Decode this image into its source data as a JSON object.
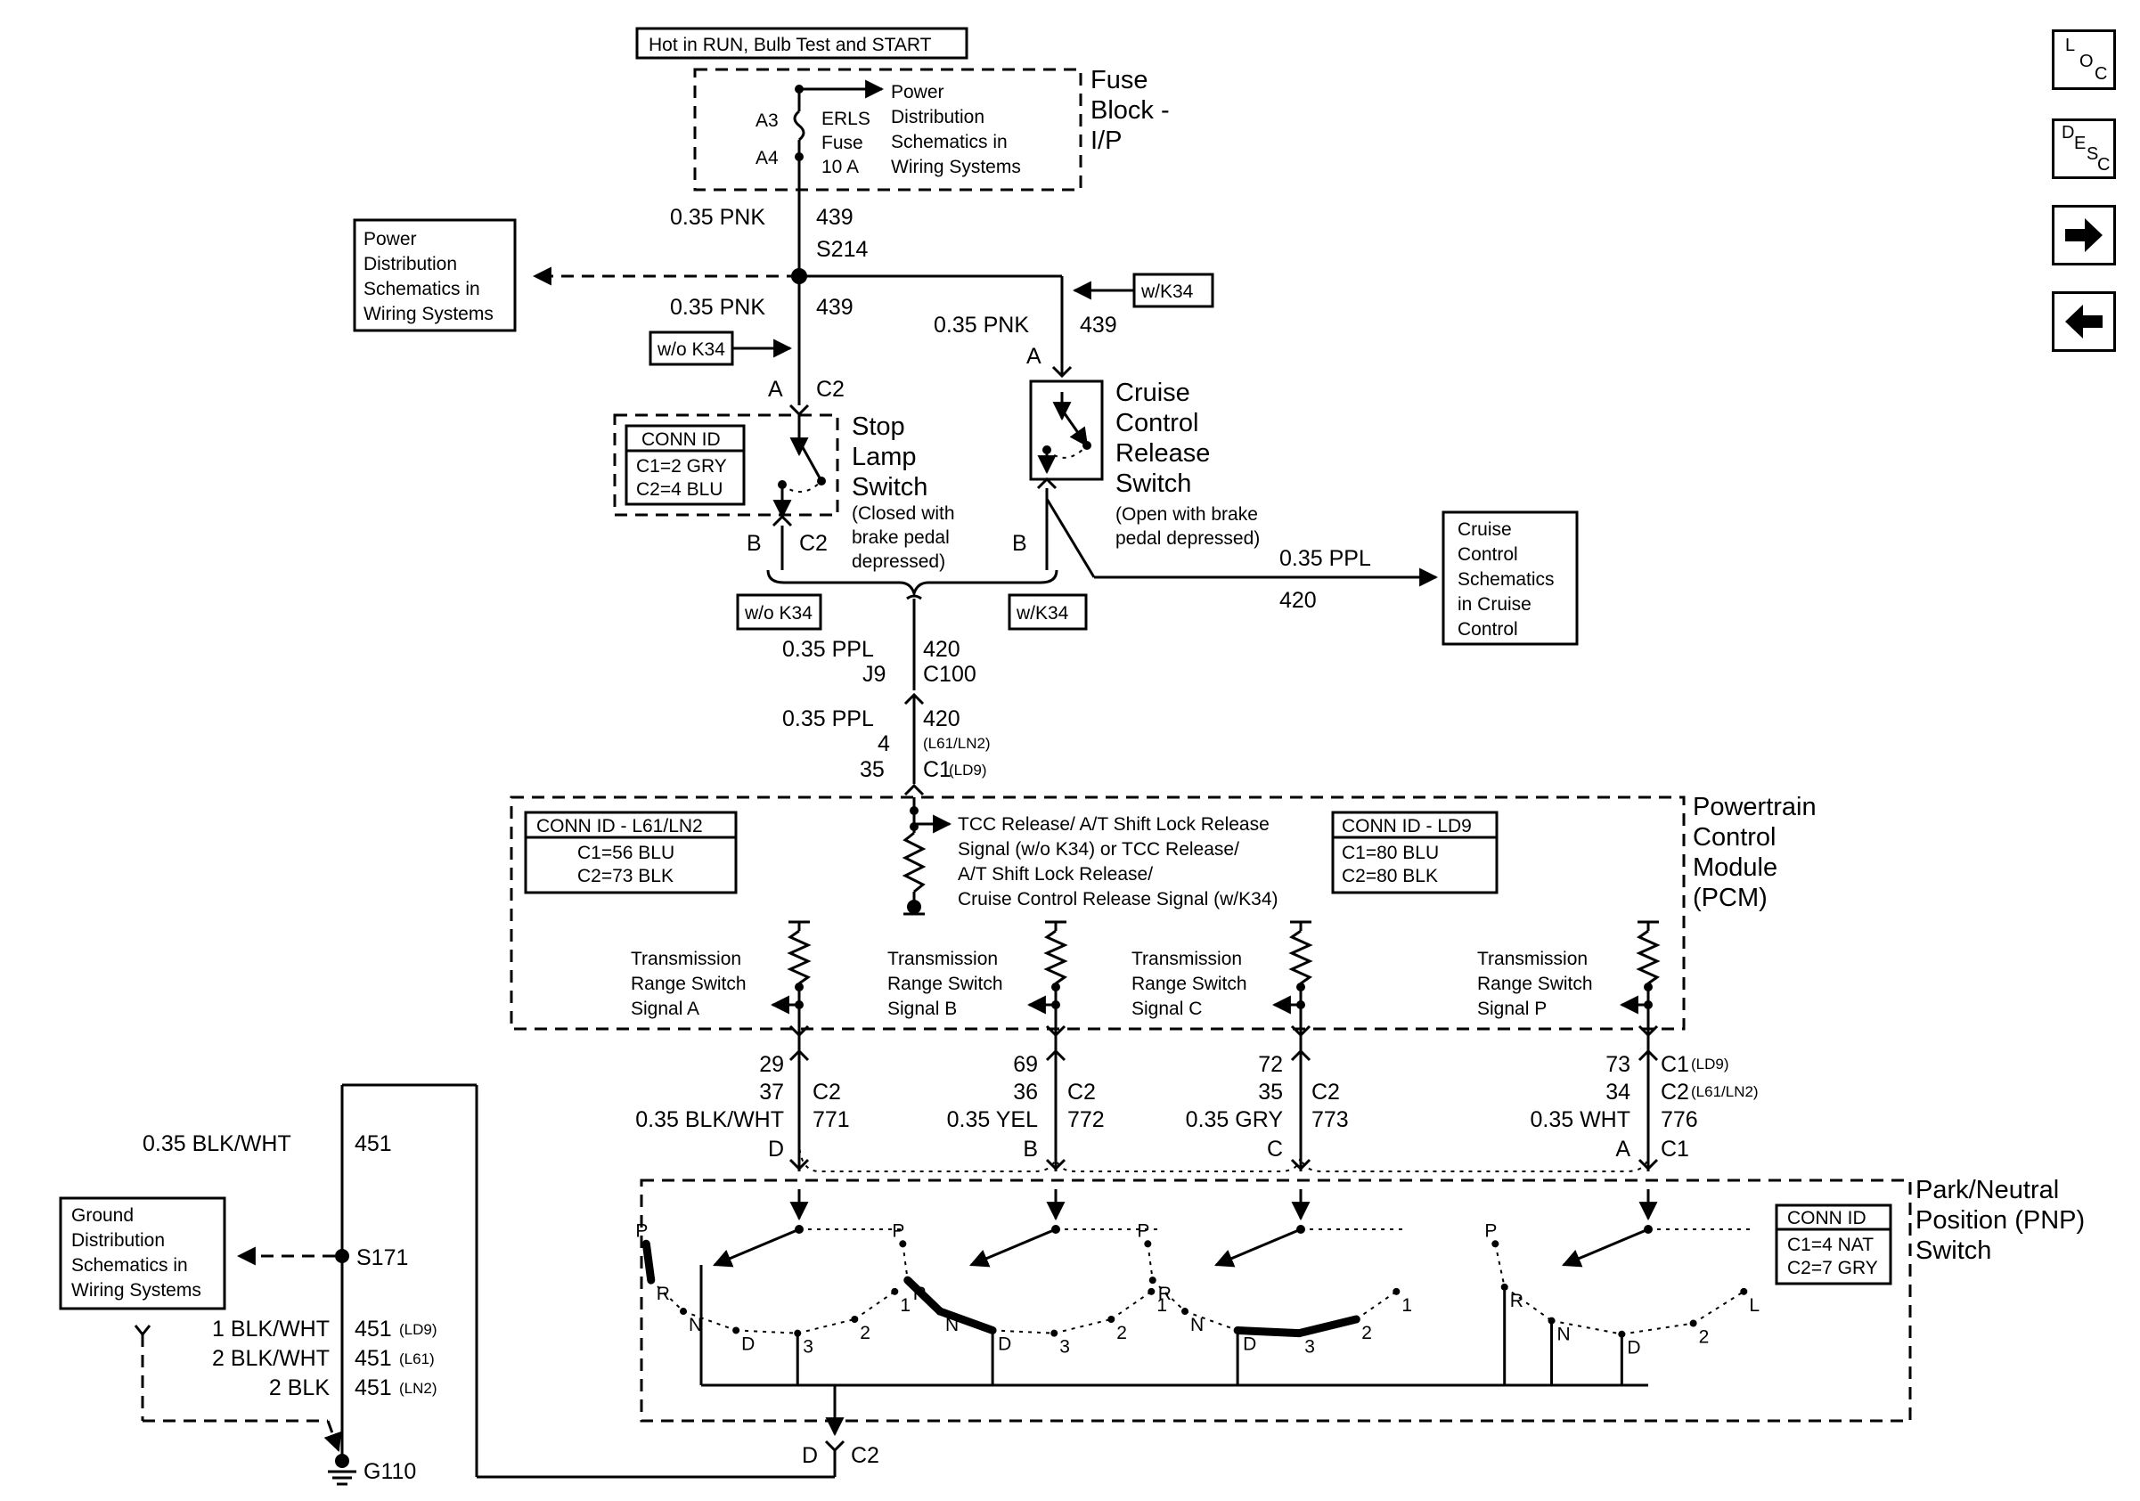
{
  "header_power": "Hot in RUN, Bulb Test and START",
  "fuse_block": {
    "title": [
      "Fuse",
      "Block -",
      "I/P"
    ],
    "pin_a3": "A3",
    "pin_a4": "A4",
    "fuse": [
      "ERLS",
      "Fuse",
      "10 A"
    ],
    "ref": [
      "Power",
      "Distribution",
      "Schematics in",
      "Wiring Systems"
    ]
  },
  "wire_439": {
    "size": "0.35 PNK",
    "circuit": "439",
    "splice": "S214"
  },
  "power_dist_ref": [
    "Power",
    "Distribution",
    "Schematics in",
    "Wiring Systems"
  ],
  "options": {
    "wo_k34": "w/o K34",
    "w_k34": "w/K34"
  },
  "stop_lamp": {
    "pin_a": "A",
    "conn_c2": "C2",
    "pin_b": "B",
    "conn_b": "C2",
    "title": [
      "Stop",
      "Lamp",
      "Switch"
    ],
    "note": [
      "(Closed with",
      "brake pedal",
      "depressed)"
    ],
    "conn_id": [
      "CONN ID",
      "C1=2 GRY",
      "C2=4 BLU"
    ]
  },
  "cruise_release": {
    "pin_a": "A",
    "pin_b": "B",
    "title": [
      "Cruise",
      "Control",
      "Release",
      "Switch"
    ],
    "note": [
      "(Open with brake",
      "pedal depressed)"
    ]
  },
  "wire_420": {
    "size": "0.35 PPL",
    "circuit": "420"
  },
  "cruise_ref": [
    "Cruise",
    "Control",
    "Schematics",
    "in Cruise",
    "Control"
  ],
  "c100": {
    "pin": "J9",
    "conn": "C100"
  },
  "pcm_conn": {
    "pin_l61": "4",
    "pin_ld9": "35",
    "note_l61": "(L61/LN2)",
    "conn": "C1",
    "note_ld9": "(LD9)"
  },
  "pcm": {
    "title": [
      "Powertrain",
      "Control",
      "Module",
      "(PCM)"
    ],
    "conn_id_l61": [
      "CONN ID - L61/LN2",
      "C1=56 BLU",
      "C2=73 BLK"
    ],
    "conn_id_ld9": [
      "CONN ID - LD9",
      "C1=80 BLU",
      "C2=80 BLK"
    ],
    "tcc_signal": [
      "TCC Release/ A/T Shift Lock Release",
      "Signal (w/o K34) or TCC Release/",
      "A/T Shift Lock Release/",
      "Cruise Control Release Signal (w/K34)"
    ],
    "signals": [
      [
        "Transmission",
        "Range Switch",
        "Signal A"
      ],
      [
        "Transmission",
        "Range Switch",
        "Signal B"
      ],
      [
        "Transmission",
        "Range Switch",
        "Signal C"
      ],
      [
        "Transmission",
        "Range Switch",
        "Signal P"
      ]
    ]
  },
  "range_wires": [
    {
      "pin_ld9": "29",
      "pin_l61": "37",
      "conn": "C2",
      "size": "0.35 BLK/WHT",
      "circuit": "771",
      "pnp_pin": "D"
    },
    {
      "pin_ld9": "69",
      "pin_l61": "36",
      "conn": "C2",
      "size": "0.35 YEL",
      "circuit": "772",
      "pnp_pin": "B"
    },
    {
      "pin_ld9": "72",
      "pin_l61": "35",
      "conn": "C2",
      "size": "0.35 GRY",
      "circuit": "773",
      "pnp_pin": "C"
    },
    {
      "pin_ld9": "73",
      "pin_l61": "34",
      "conn_ld9": "C1",
      "note_ld9": "(LD9)",
      "conn_l61": "C2",
      "note_l61": "(L61/LN2)",
      "size": "0.35 WHT",
      "circuit": "776",
      "pnp_pin": "A",
      "pnp_conn": "C1"
    }
  ],
  "pnp": {
    "title": [
      "Park/Neutral",
      "Position (PNP)",
      "Switch"
    ],
    "conn_id": [
      "CONN ID",
      "C1=4 NAT",
      "C2=7 GRY"
    ],
    "ground_pin": "D",
    "ground_conn": "C2"
  },
  "pnp_positions": [
    [
      "P",
      "R",
      "N",
      "D",
      "3",
      "2",
      "1"
    ],
    [
      "P",
      "R",
      "N",
      "D",
      "3",
      "2",
      "1"
    ],
    [
      "P",
      "R",
      "N",
      "D",
      "3",
      "2",
      "1"
    ],
    [
      "P",
      "R",
      "N",
      "D",
      "2",
      "L"
    ]
  ],
  "ground": {
    "wire_size": "0.35 BLK/WHT",
    "wire_circuit": "451",
    "splice": "S171",
    "ref": [
      "Ground",
      "Distribution",
      "Schematics in",
      "Wiring Systems"
    ],
    "variants": [
      {
        "size": "1 BLK/WHT",
        "circuit": "451",
        "note": "(LD9)"
      },
      {
        "size": "2 BLK/WHT",
        "circuit": "451",
        "note": "(L61)"
      },
      {
        "size": "2 BLK",
        "circuit": "451",
        "note": "(LN2)"
      }
    ],
    "point": "G110"
  },
  "nav": {
    "loc": [
      "L",
      "O",
      "C"
    ],
    "desc": [
      "D",
      "E",
      "S",
      "C"
    ],
    "next_icon": "right-arrow-icon",
    "prev_icon": "left-arrow-icon"
  }
}
